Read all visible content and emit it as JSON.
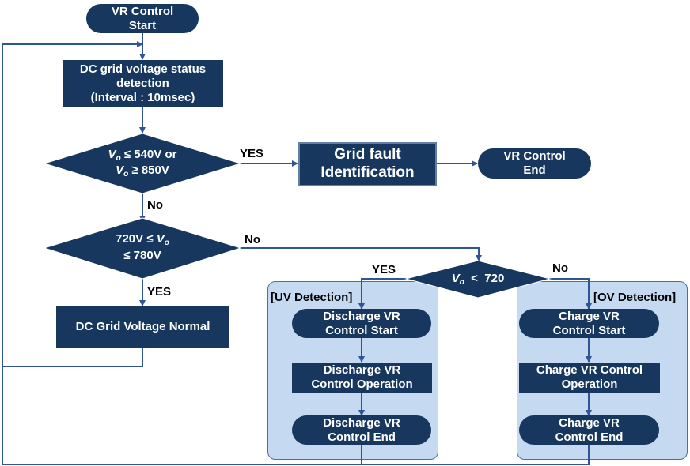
{
  "colors": {
    "node_fill": "#17375e",
    "group_fill": "#c5d9f1",
    "connector": "#2f5597"
  },
  "nodes": {
    "start": {
      "line1": "VR Control",
      "line2": "Start"
    },
    "detect": {
      "line1": "DC grid voltage status",
      "line2": "detection",
      "line3": "(Interval : 10msec)"
    },
    "decision_fault": {
      "v": "V",
      "sub": "o",
      "line1_rest": " ≤ 540V or",
      "line2_rest": " ≥ 850V"
    },
    "fault_id": {
      "line1": "Grid fault",
      "line2": "Identification"
    },
    "end": {
      "line1": "VR  Control",
      "line2": "End"
    },
    "decision_normal": {
      "line1_prefix": "720V ≤ ",
      "v": "V",
      "sub": "o",
      "line2": "≤ 780V"
    },
    "normal": {
      "label": "DC Grid  Voltage Normal"
    },
    "decision_720": {
      "v": "V",
      "sub": "o",
      "rest": "  <  720"
    },
    "uv_start": {
      "line1": "Discharge VR",
      "line2": "Control Start"
    },
    "uv_op": {
      "line1": "Discharge VR",
      "line2": "Control Operation"
    },
    "uv_end": {
      "line1": "Discharge VR",
      "line2": "Control End"
    },
    "ov_start": {
      "line1": "Charge VR",
      "line2": "Control Start"
    },
    "ov_op": {
      "line1": "Charge VR Control",
      "line2": "Operation"
    },
    "ov_end": {
      "line1": "Charge VR",
      "line2": "Control End"
    }
  },
  "groups": {
    "uv": "[UV Detection]",
    "ov": "[OV Detection]"
  },
  "edge_labels": {
    "fault_yes": "YES",
    "fault_no": "No",
    "normal_no": "No",
    "normal_yes": "YES",
    "v720_yes": "YES",
    "v720_no": "No"
  }
}
